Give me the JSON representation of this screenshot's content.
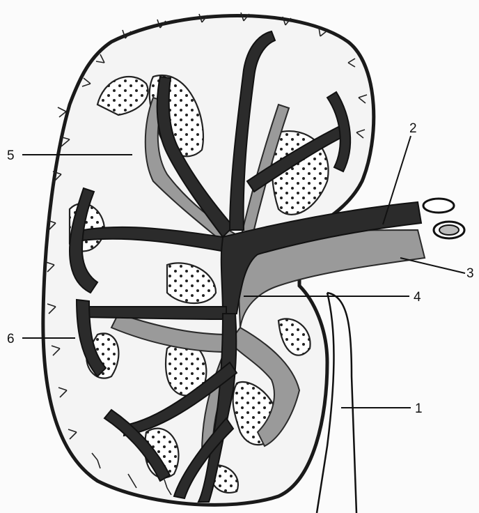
{
  "figure": {
    "labels": [
      {
        "id": "label-1",
        "text": "1"
      },
      {
        "id": "label-2",
        "text": "2"
      },
      {
        "id": "label-3",
        "text": "3"
      },
      {
        "id": "label-4",
        "text": "4"
      },
      {
        "id": "label-5",
        "text": "5"
      },
      {
        "id": "label-6",
        "text": "6"
      }
    ]
  },
  "colors": {
    "vein_dark": "#2b2b2b",
    "artery_gray": "#9a9a9a",
    "pyramid_dots": "#ffffff",
    "outline": "#1a1a1a"
  }
}
